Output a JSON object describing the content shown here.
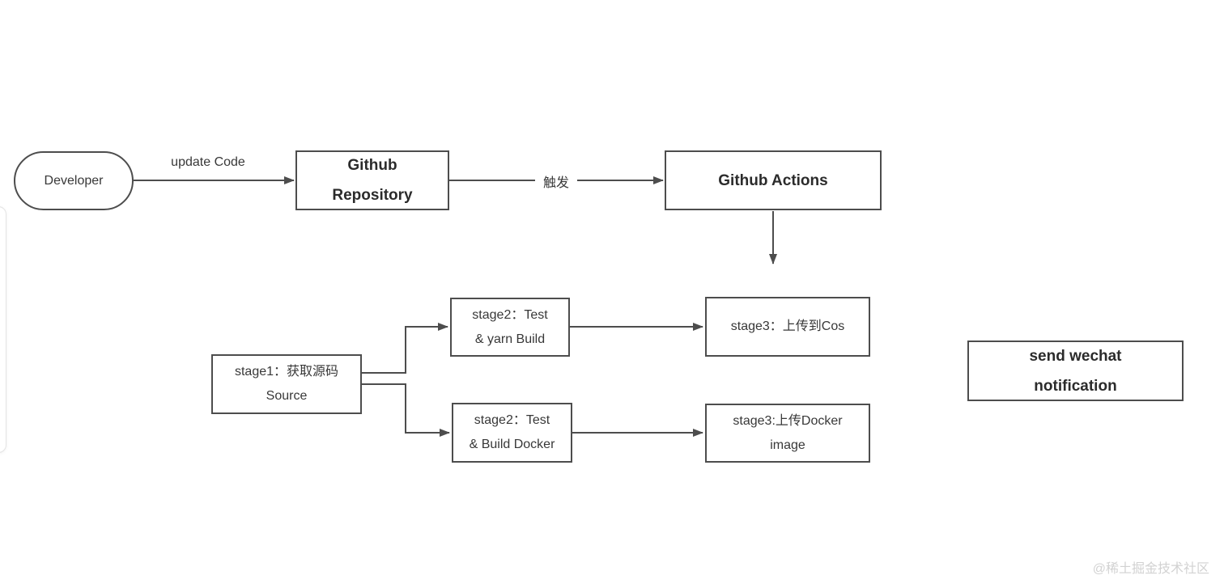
{
  "page": {
    "watermark_text": "@稀土掘金技术社区"
  },
  "diagram": {
    "type": "flowchart",
    "nodes": {
      "developer": {
        "label": "Developer",
        "shape": "stadium"
      },
      "github_repository": {
        "label": "Github\nRepository",
        "shape": "rect",
        "emphasis": "bold"
      },
      "github_actions": {
        "label": "Github Actions",
        "shape": "rect",
        "emphasis": "bold"
      },
      "stage1_source": {
        "label": "stage1：获取源码\nSource",
        "shape": "rect"
      },
      "stage2_yarn_build": {
        "label": "stage2：Test\n& yarn Build",
        "shape": "rect"
      },
      "stage2_build_docker": {
        "label": "stage2：Test\n& Build Docker",
        "shape": "rect"
      },
      "stage3_upload_cos": {
        "label": "stage3：上传到Cos",
        "shape": "rect"
      },
      "stage3_upload_docker_image": {
        "label": "stage3:上传Docker\nimage",
        "shape": "rect"
      },
      "send_wechat_notification": {
        "label": "send wechat\nnotification",
        "shape": "rect",
        "emphasis": "bold"
      }
    },
    "edges": [
      {
        "from": "developer",
        "to": "github_repository",
        "label": "update Code"
      },
      {
        "from": "github_repository",
        "to": "github_actions",
        "label": "触发"
      },
      {
        "from": "github_actions",
        "to": "stages",
        "label": ""
      },
      {
        "from": "stage1_source",
        "to": "stage2_yarn_build",
        "label": ""
      },
      {
        "from": "stage1_source",
        "to": "stage2_build_docker",
        "label": ""
      },
      {
        "from": "stage2_yarn_build",
        "to": "stage3_upload_cos",
        "label": ""
      },
      {
        "from": "stage2_build_docker",
        "to": "stage3_upload_docker_image",
        "label": ""
      }
    ],
    "colors": {
      "stroke": "#4d4d4d",
      "text": "#383838",
      "bold_text": "#2b2b2b",
      "watermark": "#d2d2d2",
      "panel_border": "#e4e4e4"
    }
  }
}
